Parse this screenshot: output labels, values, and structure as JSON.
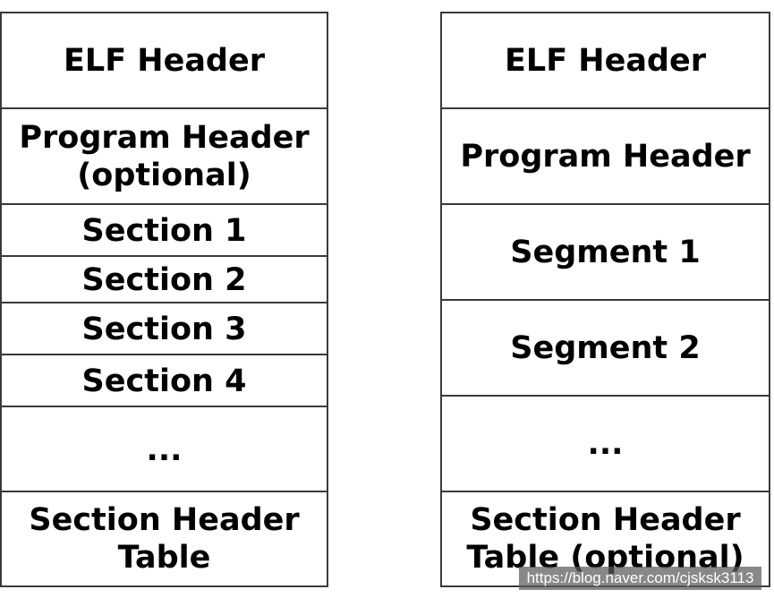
{
  "left_column": {
    "blocks": [
      "ELF Header",
      "Program Header\n(optional)",
      "Section 1",
      "Section 2",
      "Section 3",
      "Section 4",
      "...",
      "Section Header\nTable"
    ]
  },
  "right_column": {
    "blocks": [
      "ELF Header",
      "Program Header",
      "Segment 1",
      "Segment 2",
      "...",
      "Section Header\nTable (optional)"
    ]
  },
  "watermark": "https://blog.naver.com/cjsksk3113"
}
